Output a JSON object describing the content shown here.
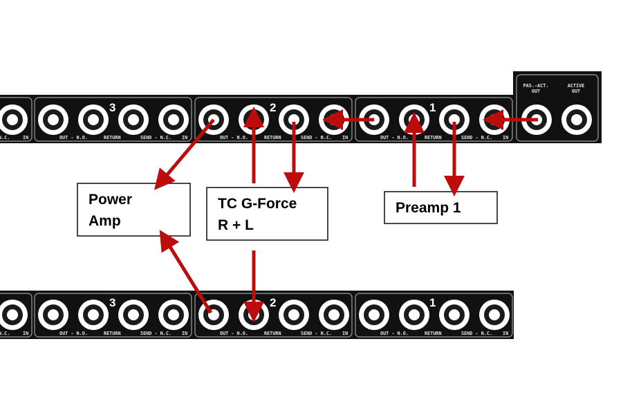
{
  "colors": {
    "panel": "#111111",
    "arrow": "#bd0c0c",
    "box_stroke": "#1a1a1a"
  },
  "top_rack": {
    "segment_labels": {
      "out": "OUT - N.O.",
      "ret": "RETURN",
      "send": "SEND - N.C.",
      "in": "IN",
      "partial_nc": "N.C."
    },
    "segment_numbers": [
      "3",
      "2",
      "1"
    ],
    "end_module": {
      "left_label": "PAS.-ACT.\nOUT",
      "right_label": "ACTIVE\nOUT"
    }
  },
  "bottom_rack": {
    "segment_labels": {
      "out": "OUT - N.O.",
      "ret": "RETURN",
      "send": "SEND - N.C.",
      "in": "IN",
      "partial_nc": "N.C."
    },
    "segment_numbers": [
      "3",
      "2",
      "1"
    ]
  },
  "boxes": {
    "power_amp": [
      "Power",
      "Amp"
    ],
    "tc_gforce": [
      "TC G-Force",
      "R + L"
    ],
    "preamp1": [
      "Preamp 1"
    ]
  }
}
